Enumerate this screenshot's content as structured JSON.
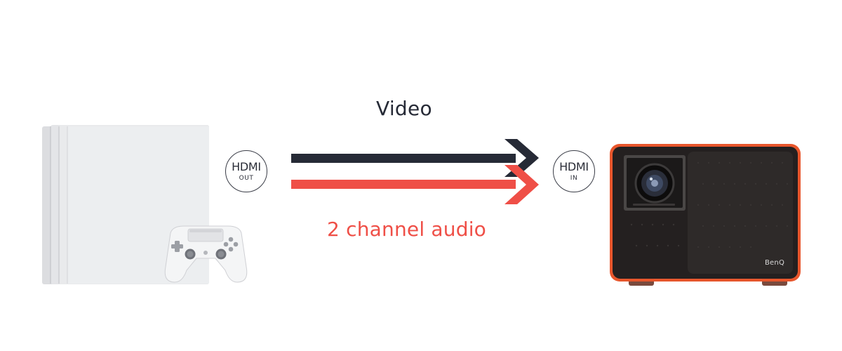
{
  "labels": {
    "video": "Video",
    "audio": "2 channel audio"
  },
  "badges": {
    "out": {
      "main": "HDMI",
      "sub": "OUT"
    },
    "in": {
      "main": "HDMI",
      "sub": "IN"
    }
  },
  "projector": {
    "brand": "BenQ"
  },
  "colors": {
    "video_arrow": "#262a36",
    "audio_arrow": "#ef4f47",
    "projector_trim": "#e8562c",
    "console": "#e7e8ea"
  }
}
